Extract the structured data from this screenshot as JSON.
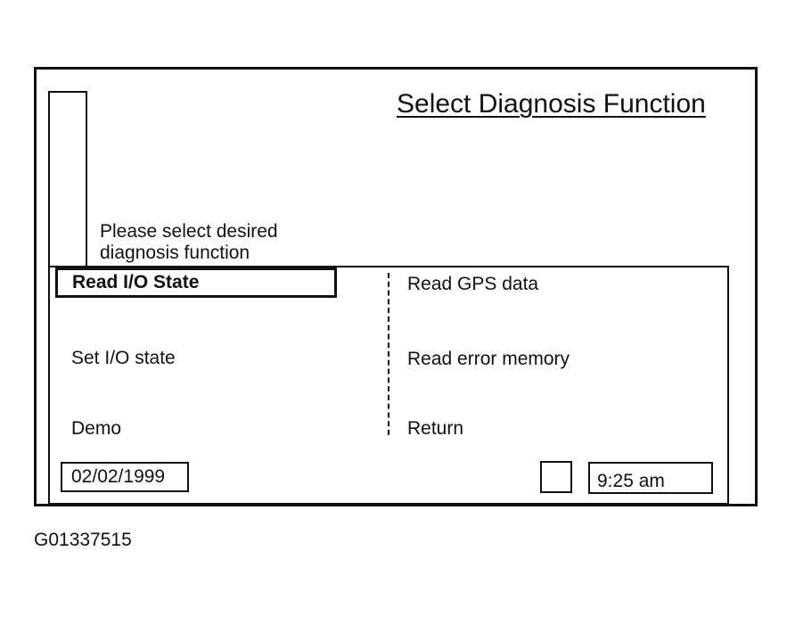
{
  "screen": {
    "title": "Select Diagnosis Function",
    "prompt_line1": "Please select desired",
    "prompt_line2": "diagnosis function"
  },
  "menu": {
    "left": [
      {
        "label": "Read I/O State",
        "selected": true
      },
      {
        "label": "Set I/O state",
        "selected": false
      },
      {
        "label": "Demo",
        "selected": false
      }
    ],
    "right": [
      {
        "label": "Read GPS data",
        "selected": false
      },
      {
        "label": "Read error memory",
        "selected": false
      },
      {
        "label": "Return",
        "selected": false
      }
    ]
  },
  "status_bar": {
    "date": "02/02/1999",
    "time": "9:25 am"
  },
  "figure_id": "G01337515"
}
